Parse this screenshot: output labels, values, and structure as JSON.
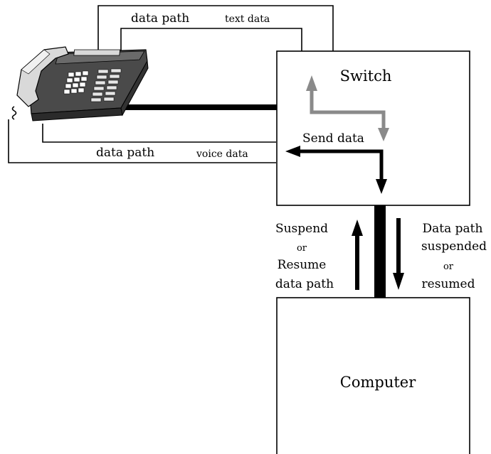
{
  "nodes": {
    "switch": "Switch",
    "computer": "Computer"
  },
  "labels": {
    "top_path": "data path",
    "top_data": "text data",
    "bottom_path": "data path",
    "bottom_data": "voice data",
    "send": "Send data",
    "left_cmd": [
      "Suspend",
      "or",
      "Resume",
      "data path"
    ],
    "right_status": [
      "Data path",
      "suspended",
      "or",
      "resumed"
    ]
  },
  "colors": {
    "line": "#000000",
    "gray_arrow": "#8a8a8a",
    "phone_body": "#4a4a4a",
    "phone_light": "#d9d9d9"
  },
  "icons": [
    "telephone-icon"
  ]
}
